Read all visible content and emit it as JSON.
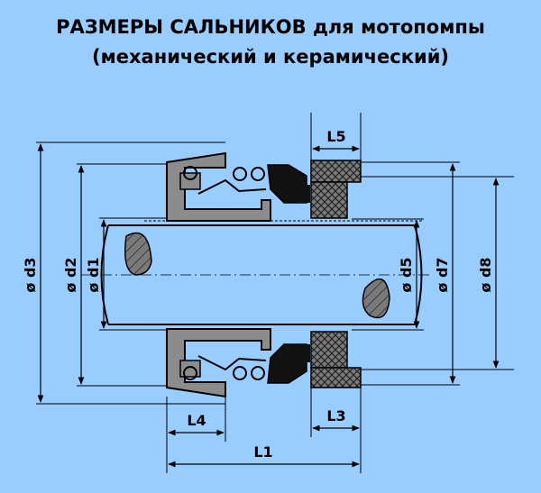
{
  "title": {
    "line1": "РАЗМЕРЫ САЛЬНИКОВ для мотопомпы",
    "line2": "(механический и керамический)"
  },
  "dimensions": {
    "d1": "ø d1",
    "d2": "ø d2",
    "d3": "ø d3",
    "d5": "ø d5",
    "d7": "ø d7",
    "d8": "ø d8",
    "L1": "L1",
    "L3": "L3",
    "L4": "L4",
    "L5": "L5"
  },
  "colors": {
    "background": "#99ccff",
    "metal": "#8c8c8c",
    "rubber": "#111111",
    "line": "#000000"
  }
}
